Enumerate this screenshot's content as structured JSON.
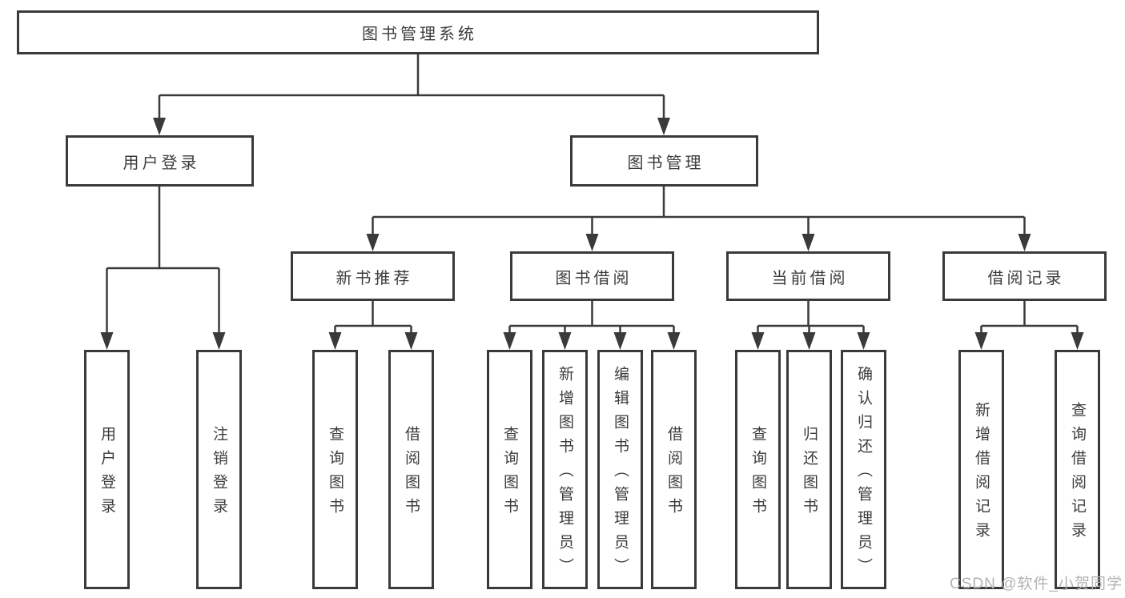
{
  "diagram": {
    "type": "hierarchy-diagram",
    "colors": {
      "line": "#3a3a3a",
      "box_border": "#3a3a3a",
      "box_background": "#ffffff",
      "text": "#3c3c3c",
      "watermark": "#b3b3b3"
    },
    "tree": {
      "label": "图书管理系统",
      "children": [
        {
          "label": "用户登录",
          "children": [
            {
              "label": "用户登录"
            },
            {
              "label": "注销登录"
            }
          ]
        },
        {
          "label": "图书管理",
          "children": [
            {
              "label": "新书推荐",
              "children": [
                {
                  "label": "查询图书"
                },
                {
                  "label": "借阅图书"
                }
              ]
            },
            {
              "label": "图书借阅",
              "children": [
                {
                  "label": "查询图书"
                },
                {
                  "label": "新增图书（管理员）"
                },
                {
                  "label": "编辑图书（管理员）"
                },
                {
                  "label": "借阅图书"
                }
              ]
            },
            {
              "label": "当前借阅",
              "children": [
                {
                  "label": "查询图书"
                },
                {
                  "label": "归还图书"
                },
                {
                  "label": "确认归还（管理员）"
                }
              ]
            },
            {
              "label": "借阅记录",
              "children": [
                {
                  "label": "新增借阅记录"
                },
                {
                  "label": "查询借阅记录"
                }
              ]
            }
          ]
        }
      ]
    },
    "watermark": {
      "text": "CSDN @软件_小贺同学"
    }
  }
}
